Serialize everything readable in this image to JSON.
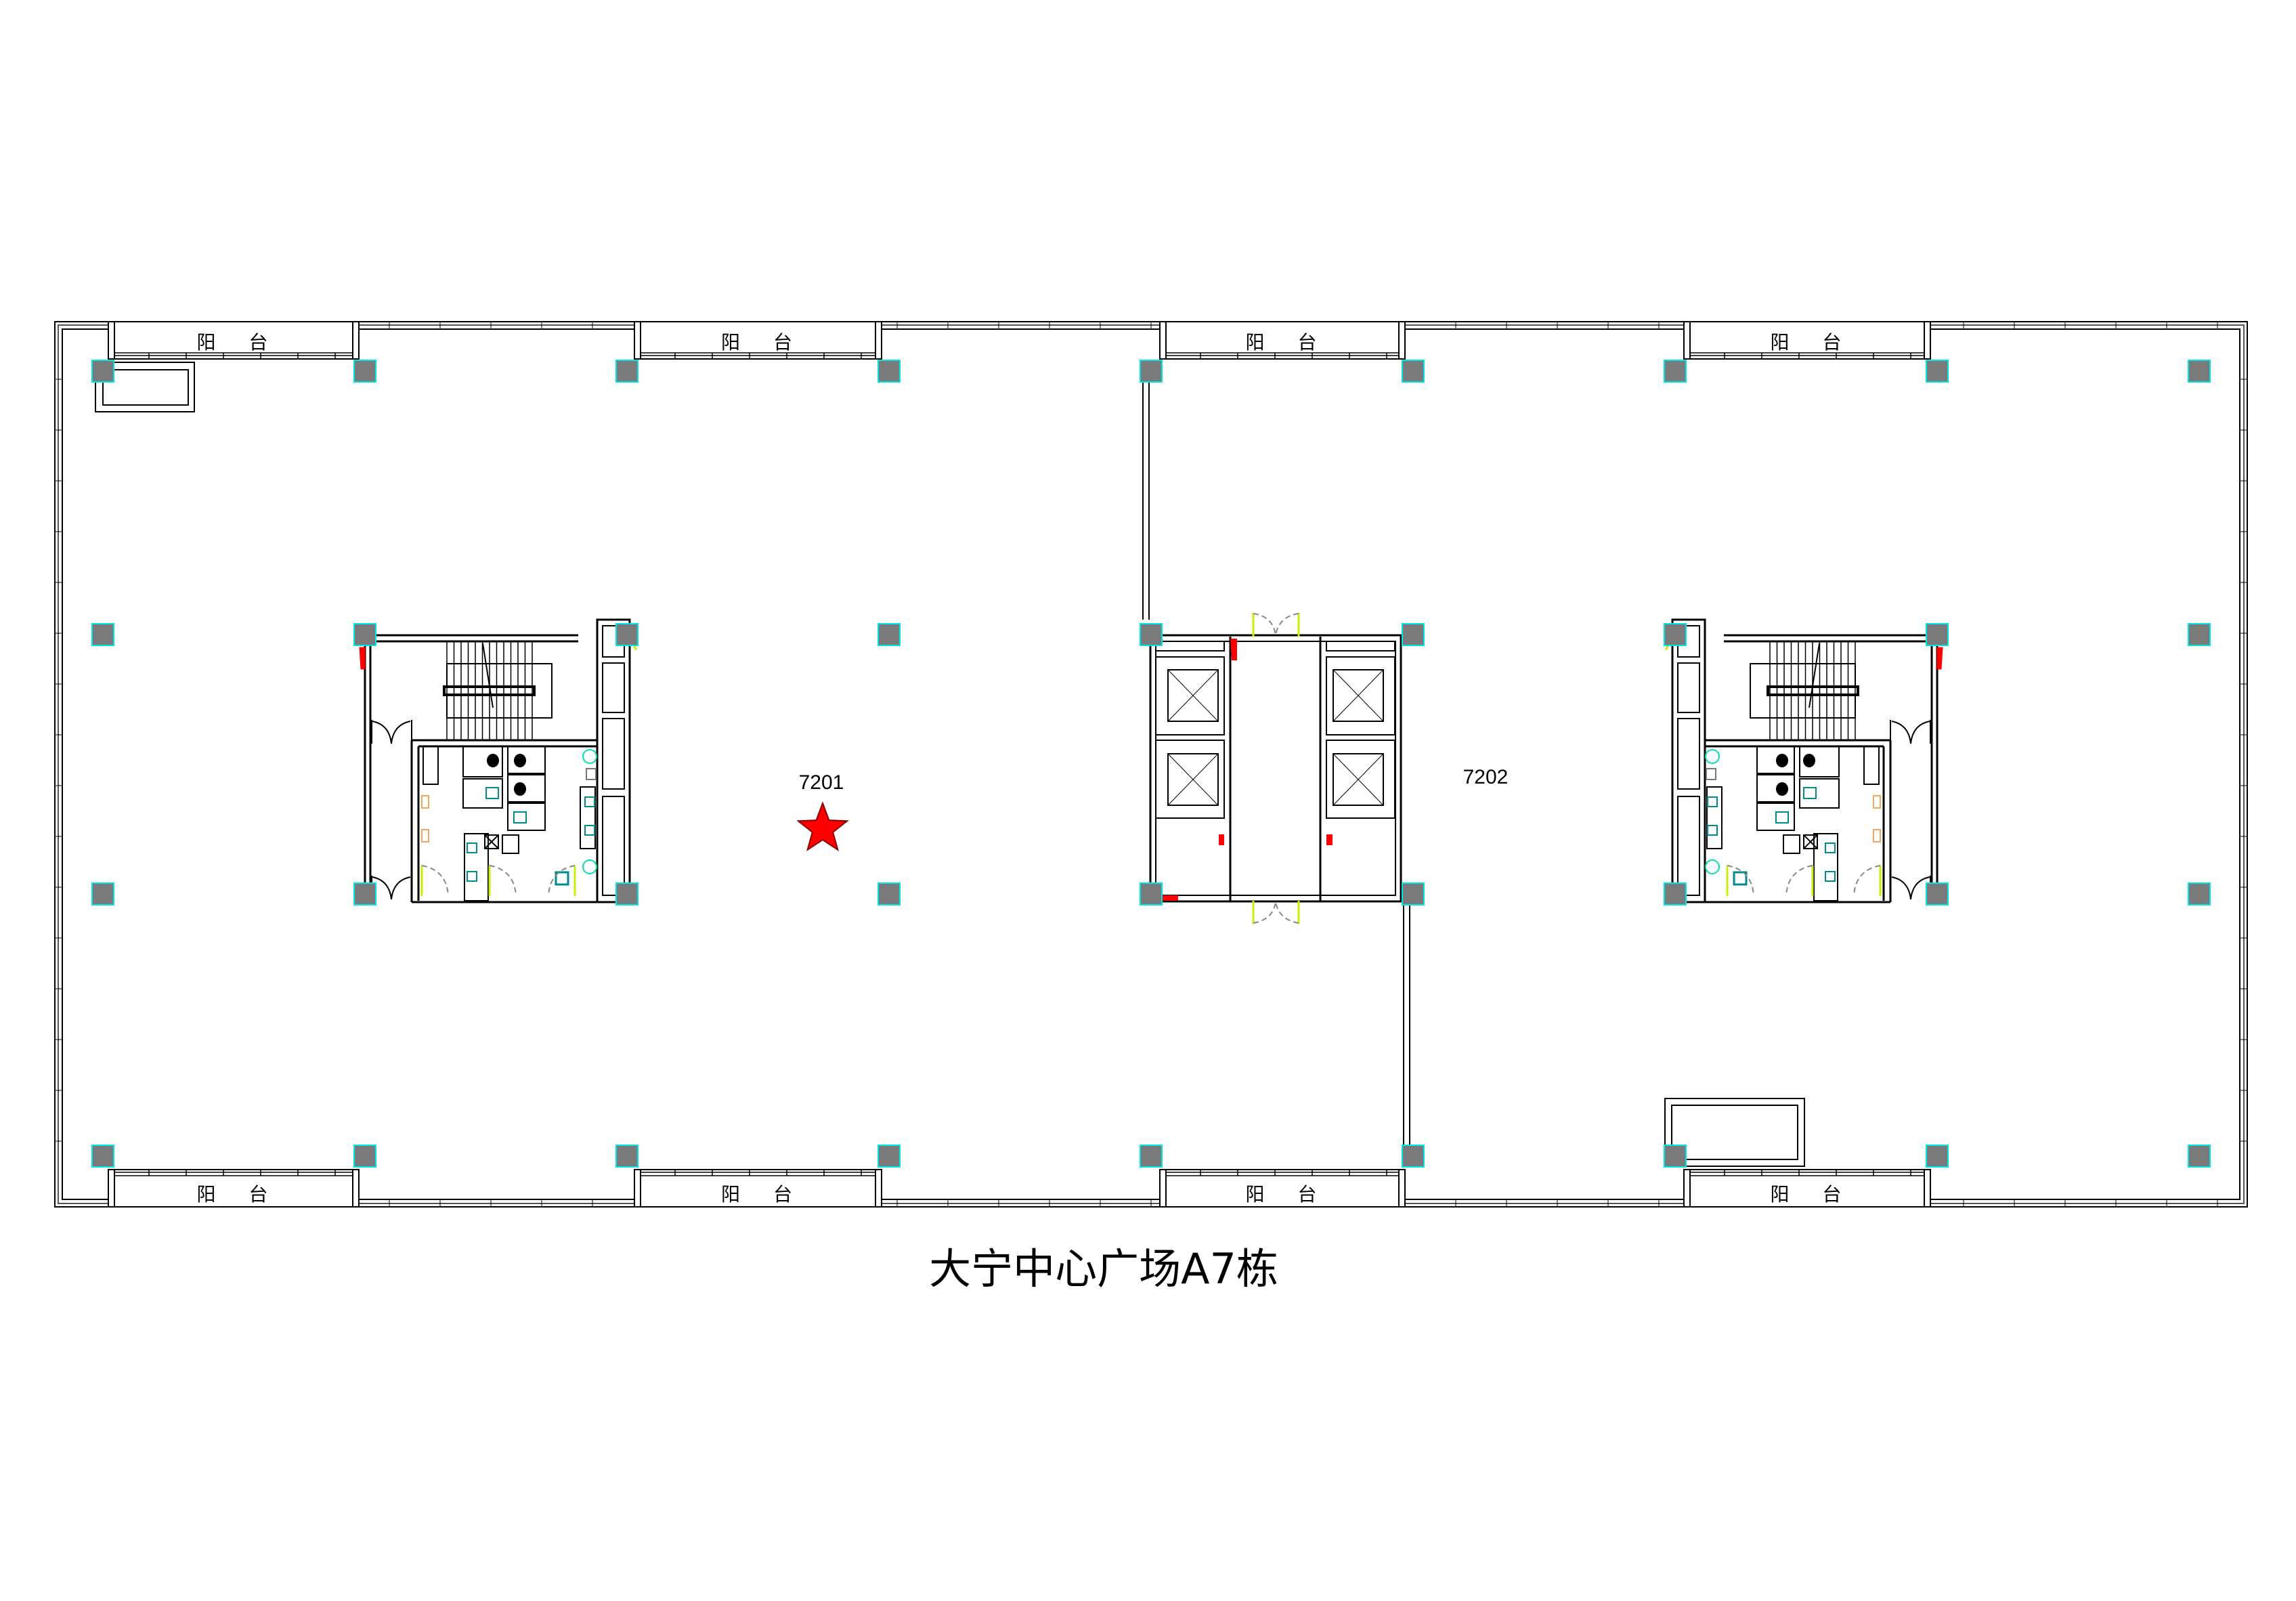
{
  "title": "大宁中心广场A7栋",
  "units": [
    {
      "label": "7201",
      "marked": true
    },
    {
      "label": "7202",
      "marked": false
    }
  ],
  "balconies": {
    "top": [
      "阳 台",
      "阳 台",
      "阳 台",
      "阳 台"
    ],
    "bottom": [
      "阳 台",
      "阳 台",
      "阳 台",
      "阳 台"
    ]
  },
  "marker": {
    "icon": "star-icon",
    "color": "#ff0000"
  },
  "colors": {
    "wall": "#000000",
    "column": "#7a7a7a",
    "column_edge": "#00e5e5",
    "door_leaf": "#c8f000",
    "fire_equipment": "#ff0000",
    "fixture": "#008b8b",
    "fixture_outline": "#f4a460"
  }
}
